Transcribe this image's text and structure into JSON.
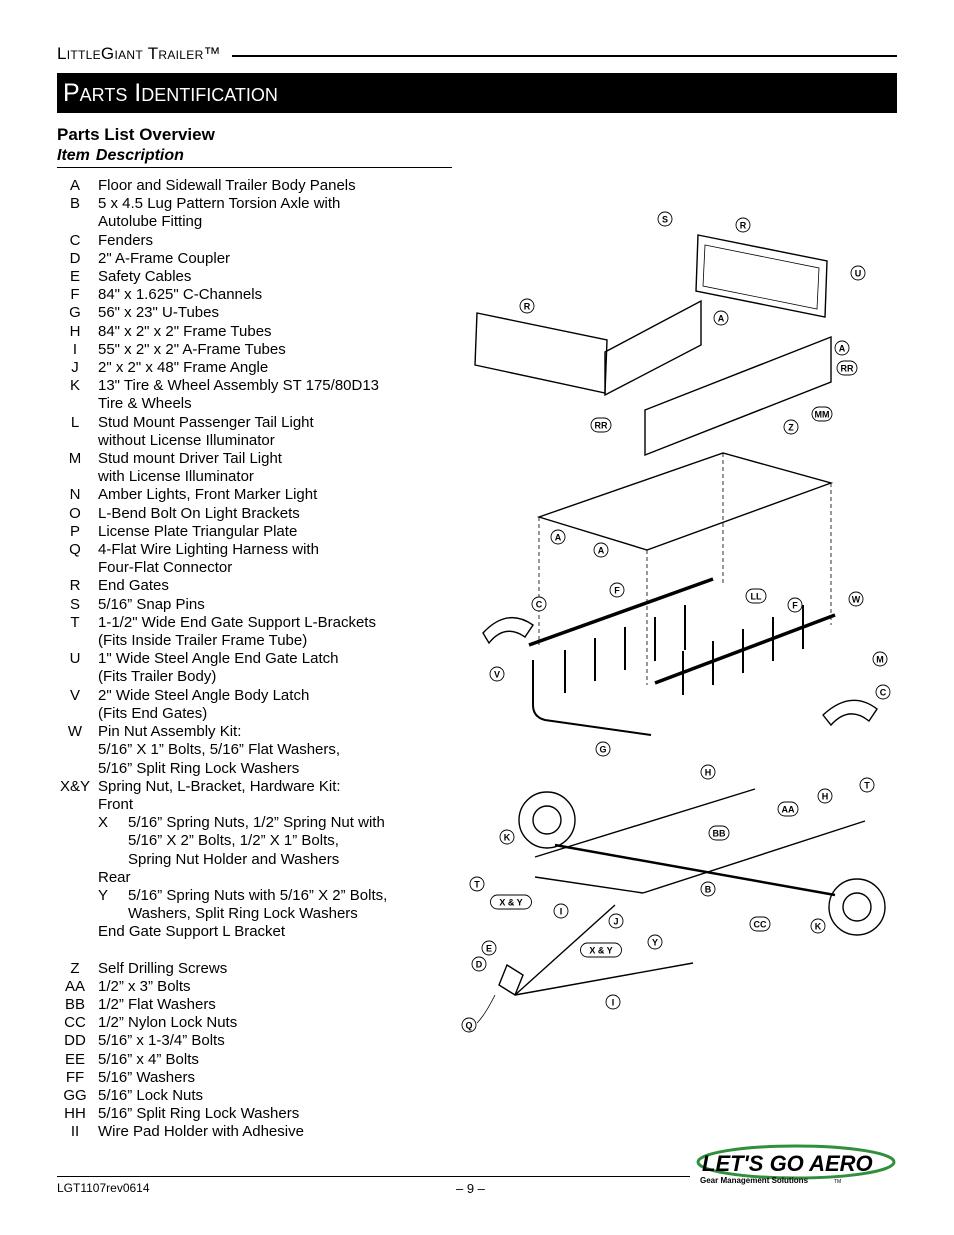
{
  "header": {
    "brand": "LittleGiant Trailer™",
    "page_title": "Parts Identification"
  },
  "section": {
    "title": "Parts List Overview",
    "col_item": "Item",
    "col_desc": "Description"
  },
  "parts": [
    {
      "code": "A",
      "lines": [
        "Floor and Sidewall Trailer Body Panels"
      ]
    },
    {
      "code": "B",
      "lines": [
        "5 x 4.5 Lug Pattern Torsion Axle with",
        "Autolube Fitting"
      ]
    },
    {
      "code": "C",
      "lines": [
        "Fenders"
      ]
    },
    {
      "code": "D",
      "lines": [
        "2\" A-Frame Coupler"
      ]
    },
    {
      "code": "E",
      "lines": [
        "Safety Cables"
      ]
    },
    {
      "code": "F",
      "lines": [
        "84\" x 1.625\" C-Channels"
      ]
    },
    {
      "code": "G",
      "lines": [
        "56\" x 23\" U-Tubes"
      ]
    },
    {
      "code": "H",
      "lines": [
        "84\" x 2\" x 2\" Frame Tubes"
      ]
    },
    {
      "code": "I",
      "lines": [
        "55\" x 2\" x 2\" A-Frame Tubes"
      ]
    },
    {
      "code": "J",
      "lines": [
        "2\" x 2\" x 48\" Frame Angle"
      ]
    },
    {
      "code": "K",
      "lines": [
        "13\" Tire & Wheel Assembly ST 175/80D13",
        "Tire & Wheels"
      ]
    },
    {
      "code": "L",
      "lines": [
        "Stud Mount Passenger Tail Light",
        "without License Illuminator"
      ]
    },
    {
      "code": "M",
      "lines": [
        "Stud mount Driver Tail Light",
        "with License Illuminator"
      ]
    },
    {
      "code": "N",
      "lines": [
        "Amber Lights, Front Marker Light"
      ]
    },
    {
      "code": "O",
      "lines": [
        "L-Bend Bolt On Light Brackets"
      ]
    },
    {
      "code": "P",
      "lines": [
        "License Plate Triangular Plate"
      ]
    },
    {
      "code": "Q",
      "lines": [
        "4-Flat Wire Lighting Harness with",
        "Four-Flat Connector"
      ]
    },
    {
      "code": "R",
      "lines": [
        "End Gates"
      ]
    },
    {
      "code": "S",
      "lines": [
        "5/16”  Snap Pins"
      ]
    },
    {
      "code": "T",
      "lines": [
        "1-1/2\" Wide End Gate Support L-Brackets",
        "(Fits Inside Trailer Frame Tube)"
      ]
    },
    {
      "code": "U",
      "lines": [
        "1\" Wide Steel Angle End Gate Latch",
        "(Fits Trailer Body)"
      ]
    },
    {
      "code": "V",
      "lines": [
        "2\" Wide Steel Angle Body Latch",
        "(Fits End Gates)"
      ]
    },
    {
      "code": "W",
      "lines": [
        "Pin Nut Assembly Kit:",
        "5/16” X 1” Bolts, 5/16”  Flat Washers,",
        "5/16”  Split Ring Lock Washers"
      ]
    }
  ],
  "xy": {
    "code": "X&Y",
    "title": "Spring Nut, L-Bracket, Hardware Kit:",
    "front_label": "Front",
    "x_code": "X",
    "x_lines": [
      "5/16”  Spring Nuts, 1/2” Spring Nut with",
      "5/16” X 2” Bolts, 1/2” X 1” Bolts,",
      "Spring Nut Holder and Washers"
    ],
    "rear_label": "Rear",
    "y_code": "Y",
    "y_lines": [
      "5/16”  Spring Nuts with 5/16” X 2” Bolts,",
      "Washers, Split Ring Lock Washers"
    ],
    "end_note": "End Gate Support L Bracket"
  },
  "hardware": [
    {
      "code": "Z",
      "desc": "Self Drilling Screws"
    },
    {
      "code": "AA",
      "desc": "1/2” x 3” Bolts"
    },
    {
      "code": "BB",
      "desc": "1/2” Flat Washers"
    },
    {
      "code": "CC",
      "desc": "1/2” Nylon Lock Nuts"
    },
    {
      "code": "DD",
      "desc": "5/16” x 1-3/4” Bolts"
    },
    {
      "code": "EE",
      "desc": "5/16” x 4” Bolts"
    },
    {
      "code": "FF",
      "desc": "5/16” Washers"
    },
    {
      "code": "GG",
      "desc": "5/16” Lock Nuts"
    },
    {
      "code": "HH",
      "desc": "5/16” Split Ring Lock Washers"
    },
    {
      "code": "II",
      "desc": "Wire Pad Holder with Adhesive"
    }
  ],
  "diagram_labels": [
    "S",
    "R",
    "U",
    "R",
    "A",
    "A",
    "RR",
    "MM",
    "RR",
    "Z",
    "A",
    "A",
    "C",
    "F",
    "LL",
    "F",
    "W",
    "V",
    "M",
    "C",
    "G",
    "H",
    "T",
    "H",
    "AA",
    "BB",
    "K",
    "T",
    "B",
    "X & Y",
    "I",
    "J",
    "CC",
    "K",
    "E",
    "X & Y",
    "Y",
    "D",
    "I",
    "Q"
  ],
  "footer": {
    "doc_id": "LGT1107rev0614",
    "page": "– 9 –"
  },
  "logo": {
    "main": "Let'sGoAero",
    "tagline": "Gear Management Solutions",
    "tm": "TM"
  }
}
